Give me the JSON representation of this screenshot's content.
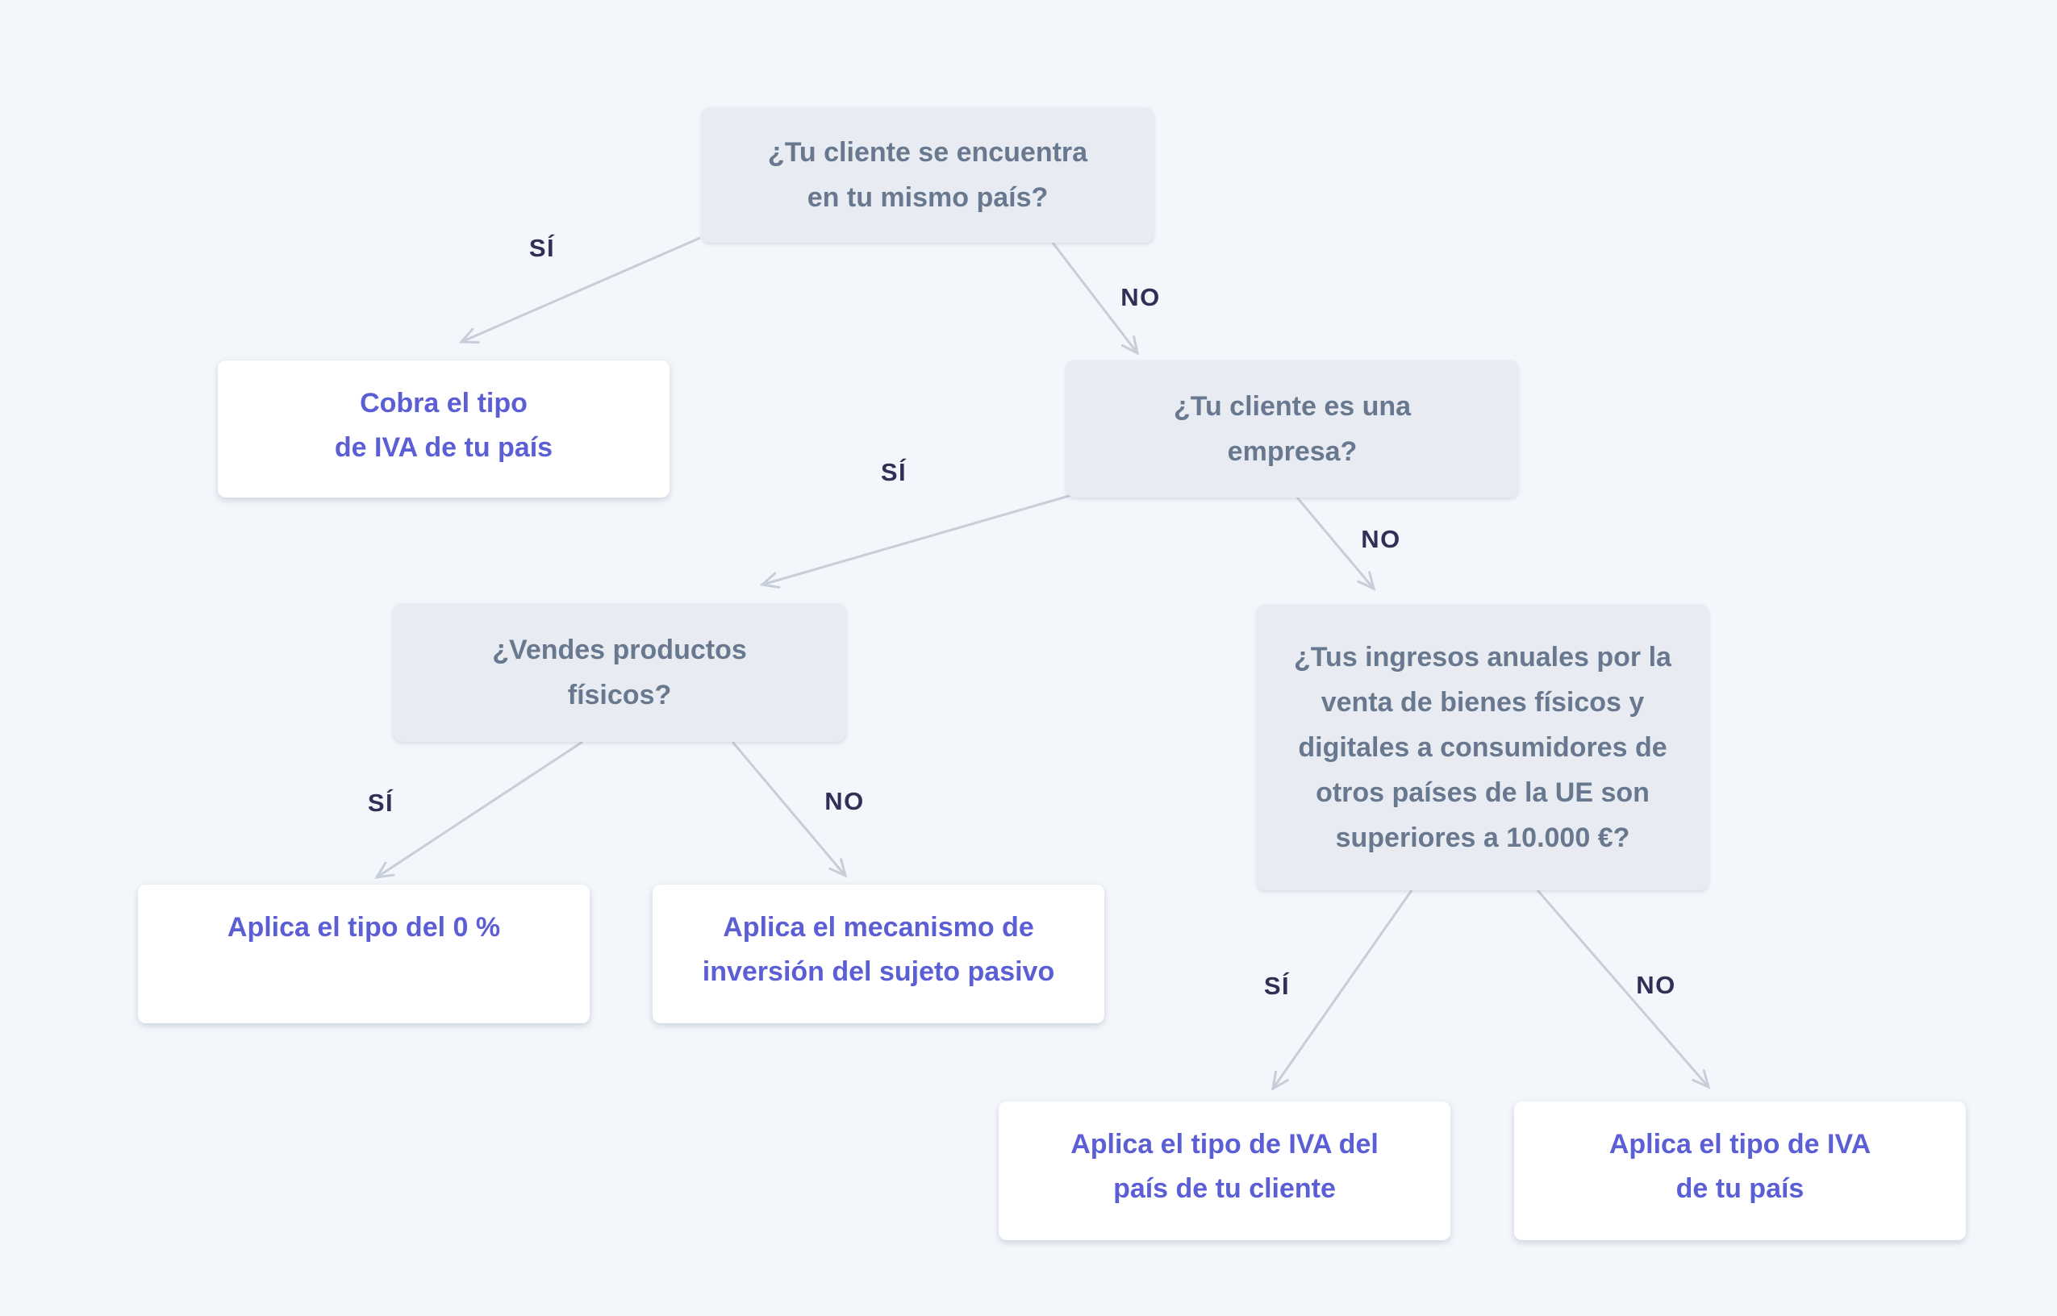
{
  "colors": {
    "background": "#f3f6fa",
    "question_box_bg": "#e8ebf1",
    "question_text": "#68798f",
    "answer_box_bg": "#ffffff",
    "answer_text": "#5b5ed4",
    "edge_label_text": "#312f55",
    "arrow": "#c7cdd9"
  },
  "nodes": {
    "q_mismo_pais": {
      "type": "question",
      "lines": [
        "¿Tu cliente se encuentra",
        "en tu mismo país?"
      ]
    },
    "a_cobra": {
      "type": "answer",
      "lines": [
        "Cobra el tipo",
        "de IVA de tu país"
      ]
    },
    "q_empresa": {
      "type": "question",
      "lines": [
        "¿Tu cliente es una",
        "empresa?"
      ]
    },
    "q_fisicos": {
      "type": "question",
      "lines": [
        "¿Vendes productos",
        "físicos?"
      ]
    },
    "q_ingresos": {
      "type": "question",
      "lines": [
        "¿Tus ingresos anuales por la",
        "venta de bienes físicos y",
        "digitales a consumidores de",
        "otros países de la UE son",
        "superiores a 10.000 €?"
      ]
    },
    "a_cero": {
      "type": "answer",
      "lines": [
        "Aplica el tipo del 0 %"
      ]
    },
    "a_inversion": {
      "type": "answer",
      "lines": [
        "Aplica el mecanismo de",
        "inversión del sujeto pasivo"
      ]
    },
    "a_iva_cliente": {
      "type": "answer",
      "lines": [
        "Aplica el tipo de IVA del",
        "país de tu cliente"
      ]
    },
    "a_iva_pais": {
      "type": "answer",
      "lines": [
        "Aplica el tipo de IVA",
        "de tu país"
      ]
    }
  },
  "edges": [
    {
      "label": "SÍ",
      "from": "q_mismo_pais",
      "to": "a_cobra"
    },
    {
      "label": "NO",
      "from": "q_mismo_pais",
      "to": "q_empresa"
    },
    {
      "label": "SÍ",
      "from": "q_empresa",
      "to": "q_fisicos"
    },
    {
      "label": "NO",
      "from": "q_empresa",
      "to": "q_ingresos"
    },
    {
      "label": "SÍ",
      "from": "q_fisicos",
      "to": "a_cero"
    },
    {
      "label": "NO",
      "from": "q_fisicos",
      "to": "a_inversion"
    },
    {
      "label": "SÍ",
      "from": "q_ingresos",
      "to": "a_iva_cliente"
    },
    {
      "label": "NO",
      "from": "q_ingresos",
      "to": "a_iva_pais"
    }
  ]
}
